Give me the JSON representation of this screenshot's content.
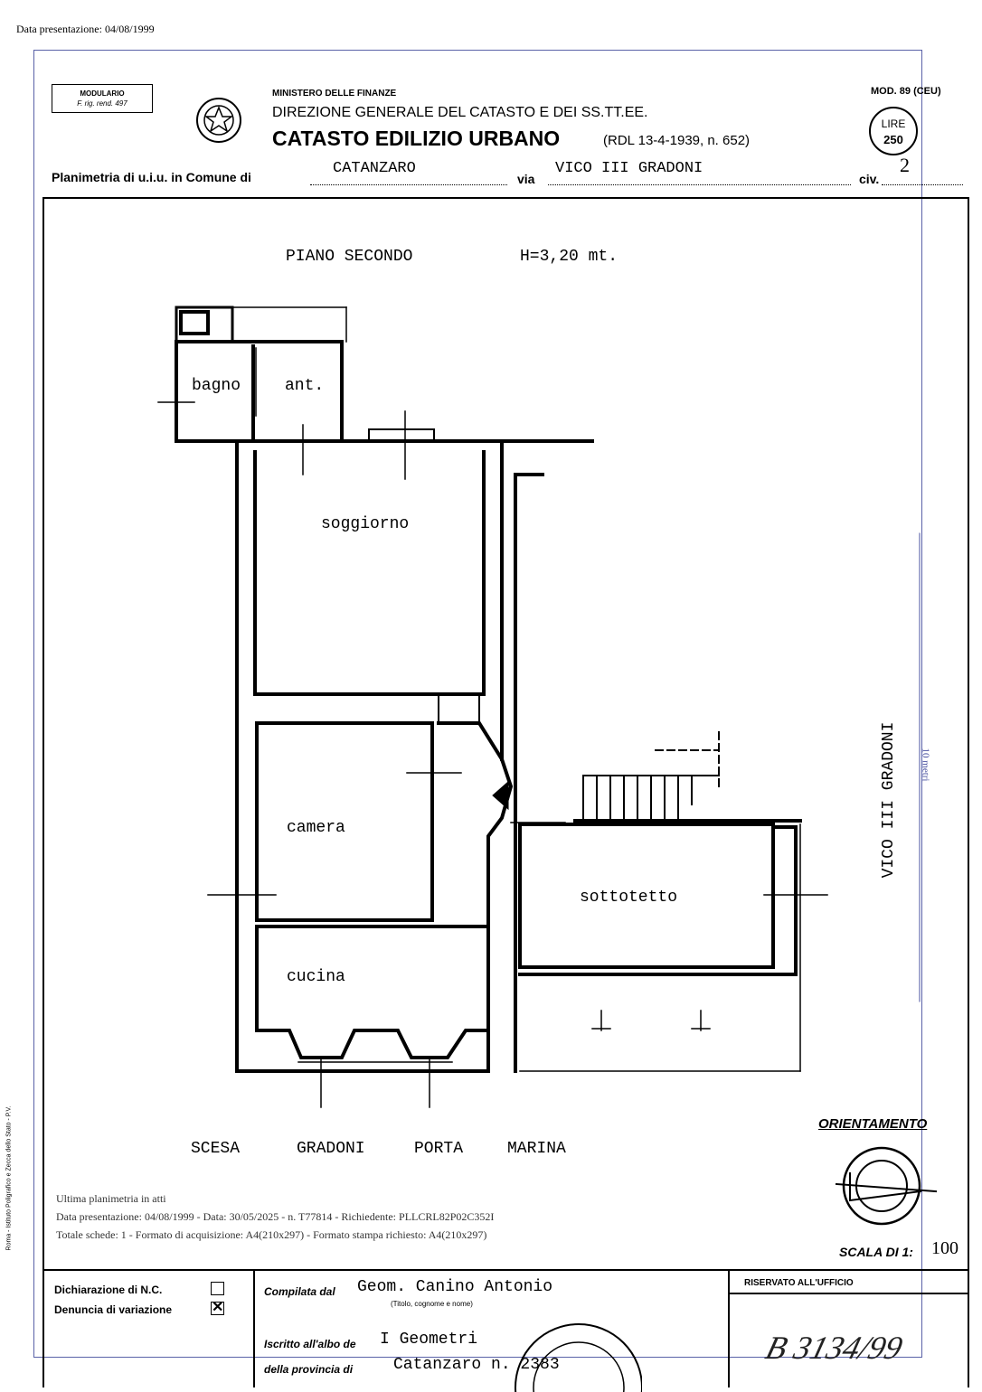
{
  "top_stamp": "Data presentazione: 04/08/1999",
  "header": {
    "modulario_line1": "MODULARIO",
    "modulario_line2": "F. rig. rend. 497",
    "ministry": "MINISTERO DELLE FINANZE",
    "direction": "DIREZIONE GENERALE DEL CATASTO E DEI SS.TT.EE.",
    "title": "CATASTO EDILIZIO URBANO",
    "title_ref": "(RDL 13-4-1939, n. 652)",
    "mod": "MOD. 89 (CEU)",
    "lire_label": "LIRE",
    "lire_value": "250",
    "planimetria_label": "Planimetria di u.i.u. in Comune di",
    "comune": "CATANZARO",
    "via_label": "via",
    "via": "VICO III GRADONI",
    "civ_label": "civ.",
    "civ": "2"
  },
  "plan": {
    "floor": "PIANO SECONDO",
    "height": "H=3,20 mt.",
    "rooms": [
      "bagno",
      "ant.",
      "soggiorno",
      "camera",
      "cucina",
      "sottotetto"
    ],
    "street_bottom": [
      "SCESA",
      "GRADONI",
      "PORTA",
      "MARINA"
    ],
    "street_right": "VICO   III   GRADONI",
    "orientation_label": "ORIENTAMENTO",
    "scale_label": "SCALA DI 1:",
    "scale_value": "100",
    "scale_bar": "10 metri",
    "printer_note": "Roma - Istituto Poligrafico e Zecca dello Stato - P.V."
  },
  "form": {
    "dichiarazione": "Dichiarazione di N.C.",
    "dichiarazione_checked": false,
    "denuncia": "Denuncia di variazione",
    "denuncia_checked": true,
    "compilata_label": "Compilata dal",
    "compilata_value": "Geom. Canino Antonio",
    "compilata_hint": "(Titolo, cognome e nome)",
    "albo_label": "Iscritto all'albo de",
    "albo_value": "I Geometri",
    "provincia_label": "della provincia di",
    "provincia_value": "Catanzaro n. 2383",
    "riservato": "RISERVATO ALL'UFFICIO",
    "protocol_handwritten": "B 3134/99"
  },
  "overlay": {
    "line1": "Ultima planimetria in atti",
    "line2": "Data presentazione: 04/08/1999 - Data: 30/05/2025 - n. T77814 - Richiedente: PLLCRL82P02C352I",
    "line3": "Totale schede: 1 - Formato di acquisizione: A4(210x297) - Formato stampa richiesto: A4(210x297)"
  }
}
